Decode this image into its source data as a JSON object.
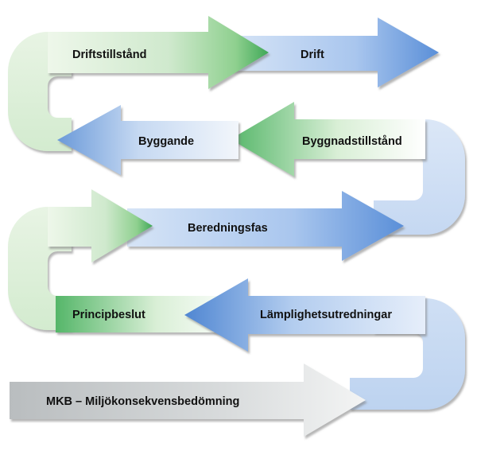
{
  "diagram": {
    "stages": [
      {
        "id": "driftstillstand",
        "label": "Driftstillstånd"
      },
      {
        "id": "drift",
        "label": "Drift"
      },
      {
        "id": "byggande",
        "label": "Byggande"
      },
      {
        "id": "byggnadstillstand",
        "label": "Byggnadstillstånd"
      },
      {
        "id": "beredningsfas",
        "label": "Beredningsfas"
      },
      {
        "id": "principbeslut",
        "label": "Principbeslut"
      },
      {
        "id": "lamplighetsutredningar",
        "label": "Lämplighetsutredningar"
      },
      {
        "id": "mkb",
        "label": "MKB – Miljökonsekvensbedömning"
      }
    ],
    "colors": {
      "green": "#5cb868",
      "blue": "#6f9bd6",
      "gray": "#a9adae"
    }
  }
}
